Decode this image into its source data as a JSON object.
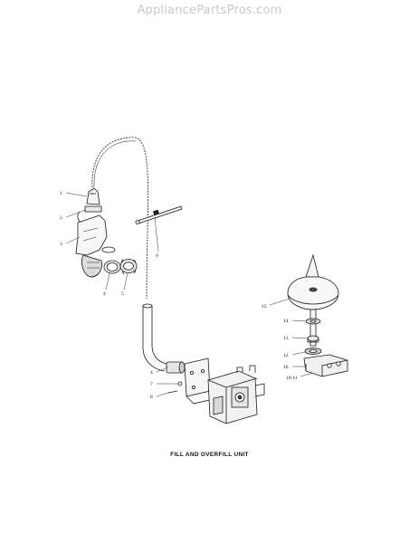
{
  "watermark": "AppliancePartsPros.com",
  "caption": "FILL AND OVERFILL UNIT",
  "callouts": {
    "c1": "1",
    "c2": "2",
    "c3": "3",
    "c4a": "4",
    "c5": "5",
    "c9": "9",
    "c15": "15",
    "c14": "14",
    "c13": "13",
    "c12": "12",
    "c16": "16",
    "c1011": "10-11",
    "c4b": "4",
    "c7": "7",
    "c8": "8"
  }
}
